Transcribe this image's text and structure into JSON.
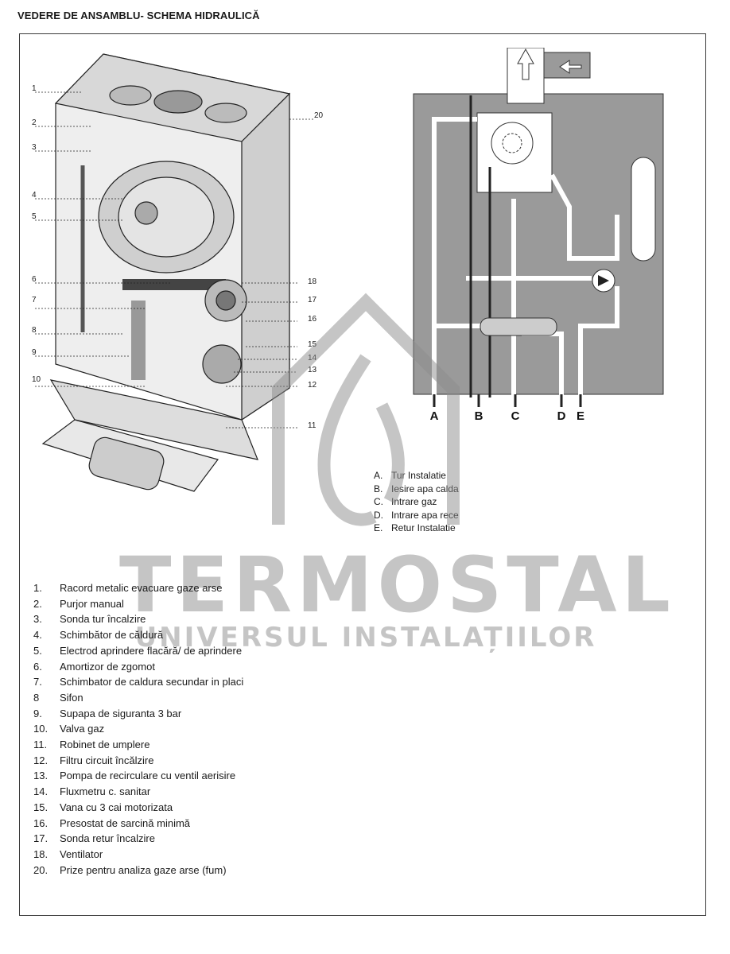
{
  "page": {
    "title": "VEDERE DE ANSAMBLU- SCHEMA HIDRAULICĂ"
  },
  "diagram": {
    "callouts_left": [
      "1",
      "2",
      "3",
      "4",
      "5",
      "6",
      "7",
      "8",
      "9",
      "10"
    ],
    "callouts_right": [
      "20",
      "18",
      "17",
      "16",
      "15",
      "14",
      "13",
      "12",
      "11"
    ],
    "ports": [
      "A",
      "B",
      "C",
      "D",
      "E"
    ]
  },
  "port_legend": [
    {
      "key": "A.",
      "label": "Tur Instalatie"
    },
    {
      "key": "B.",
      "label": "Iesire apa calda"
    },
    {
      "key": "C.",
      "label": "Intrare gaz"
    },
    {
      "key": "D.",
      "label": "Intrare apa rece"
    },
    {
      "key": "E.",
      "label": "Retur Instalatie"
    }
  ],
  "parts": [
    {
      "num": "1.",
      "label": "Racord metalic evacuare gaze arse"
    },
    {
      "num": "2.",
      "label": "Purjor manual"
    },
    {
      "num": "3.",
      "label": "Sonda tur încalzire"
    },
    {
      "num": "4.",
      "label": "Schimbător de căldură"
    },
    {
      "num": "5.",
      "label": "Electrod aprindere flacără/ de aprindere"
    },
    {
      "num": "6.",
      "label": "Amortizor de zgomot"
    },
    {
      "num": "7.",
      "label": "Schimbator de caldura secundar in placi"
    },
    {
      "num": "8",
      "label": "Sifon"
    },
    {
      "num": "9.",
      "label": "Supapa de siguranta 3 bar"
    },
    {
      "num": "10.",
      "label": "Valva gaz"
    },
    {
      "num": "11.",
      "label": "Robinet de umplere"
    },
    {
      "num": "12.",
      "label": "Filtru circuit încălzire"
    },
    {
      "num": "13.",
      "label": "Pompa de recirculare cu ventil aerisire"
    },
    {
      "num": "14.",
      "label": "Fluxmetru c. sanitar"
    },
    {
      "num": "15.",
      "label": "Vana cu 3 cai motorizata"
    },
    {
      "num": "16.",
      "label": "Presostat de sarcină minimă"
    },
    {
      "num": "17.",
      "label": "Sonda retur încalzire"
    },
    {
      "num": "18.",
      "label": "Ventilator"
    },
    {
      "num": "20.",
      "label": "Prize pentru analiza gaze arse (fum)"
    }
  ],
  "watermark": {
    "brand": "TERMOSTAL",
    "tagline": "UNIVERSUL INSTALAȚIILOR"
  }
}
